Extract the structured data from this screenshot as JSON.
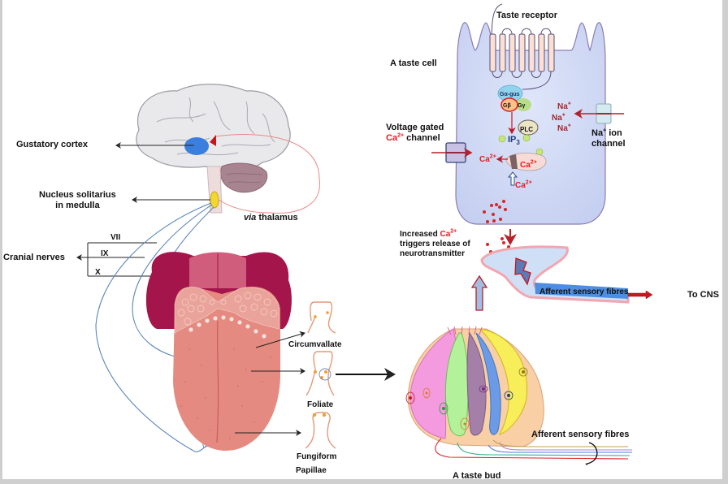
{
  "figure": {
    "left_panel": {
      "gustatory_cortex": "Gustatory cortex",
      "nucleus_line1": "Nucleus solitarius",
      "nucleus_line2": "in medulla",
      "via": "via",
      "thalamus": "thalamus",
      "cranial_nerves": "Cranial nerves",
      "nerve_vii": "VII",
      "nerve_ix": "IX",
      "nerve_x": "X"
    },
    "papillae": {
      "circumvallate": "Circumvallate",
      "foliate": "Foliate",
      "fungiform": "Fungiform",
      "caption": "Papillae"
    },
    "taste_cell": {
      "title": "A taste cell",
      "taste_receptor": "Taste receptor",
      "g_alpha": "Gα-gus",
      "g_beta": "Gβ",
      "g_gamma": "Gγ",
      "plc": "PLC",
      "ip3": "IP",
      "ip3_sub": "3",
      "ca": "Ca",
      "ca_sup": "2+",
      "vgc_line1": "Voltage gated",
      "vgc_channel": "channel",
      "na": "Na",
      "na_sup": "+",
      "na_channel_line1": "ion",
      "na_channel_line2": "channel"
    },
    "synapse": {
      "increased": "Increased",
      "line2": "triggers release of",
      "line3": "neurotransmitter",
      "afferent_fibres": "Afferent sensory fibres",
      "to_cns": "To CNS"
    },
    "taste_bud": {
      "afferent_fibres": "Afferent sensory fibres",
      "caption": "A taste bud"
    },
    "colors": {
      "cell_fill": "#c9d4f2",
      "cell_stroke": "#8a7cb8",
      "label_red": "#e8191f",
      "na_red": "#a5262c",
      "nerve_blue": "#5b86b8",
      "tongue": "#e58a80",
      "tongue_dark": "#a3154b",
      "brain": "#e9e9ec",
      "cortex_blue": "#3a7fe0"
    }
  }
}
